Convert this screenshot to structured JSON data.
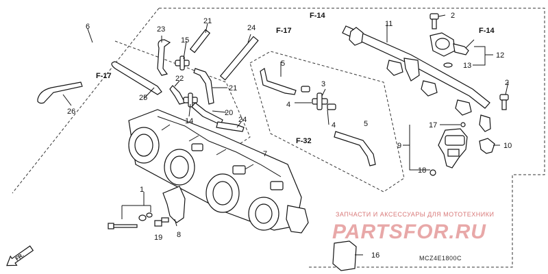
{
  "callouts": [
    "1",
    "2",
    "2",
    "3",
    "4",
    "4",
    "5",
    "5",
    "6",
    "7",
    "8",
    "9",
    "10",
    "11",
    "12",
    "13",
    "14",
    "15",
    "16",
    "17",
    "18",
    "19",
    "20",
    "21",
    "21",
    "22",
    "23",
    "24",
    "24",
    "25",
    "26"
  ],
  "refs": [
    "F-14",
    "F-17",
    "F-14",
    "F-17",
    "F-32"
  ],
  "diagram_code": "MCZ4E1800C",
  "direction_label": "FR.",
  "watermark": {
    "tagline": "ЗАПЧАСТИ И АКСЕССУАРЫ ДЛЯ МОТОТЕХНИКИ",
    "brand": "PARTSFOR.RU"
  },
  "colors": {
    "line": "#111111",
    "watermark": "#e8a8a8",
    "background": "#ffffff"
  }
}
